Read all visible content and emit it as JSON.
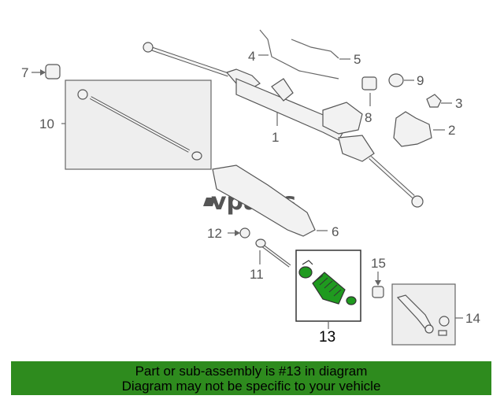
{
  "callouts": {
    "c1": "1",
    "c2": "2",
    "c3": "3",
    "c4": "4",
    "c5": "5",
    "c6": "6",
    "c7": "7",
    "c8": "8",
    "c9": "9",
    "c10": "10",
    "c11": "11",
    "c12": "12",
    "c13": "13",
    "c14": "14",
    "c15": "15"
  },
  "logo": {
    "text": "vparts"
  },
  "footer": {
    "line1": "Part or sub-assembly is #13 in diagram",
    "line2": "Diagram may not be specific to your vehicle"
  },
  "colors": {
    "footer_bg": "#2e8b1e",
    "highlight_part": "#1f9a1f"
  },
  "icons": [
    "vparts-logo-icon"
  ]
}
